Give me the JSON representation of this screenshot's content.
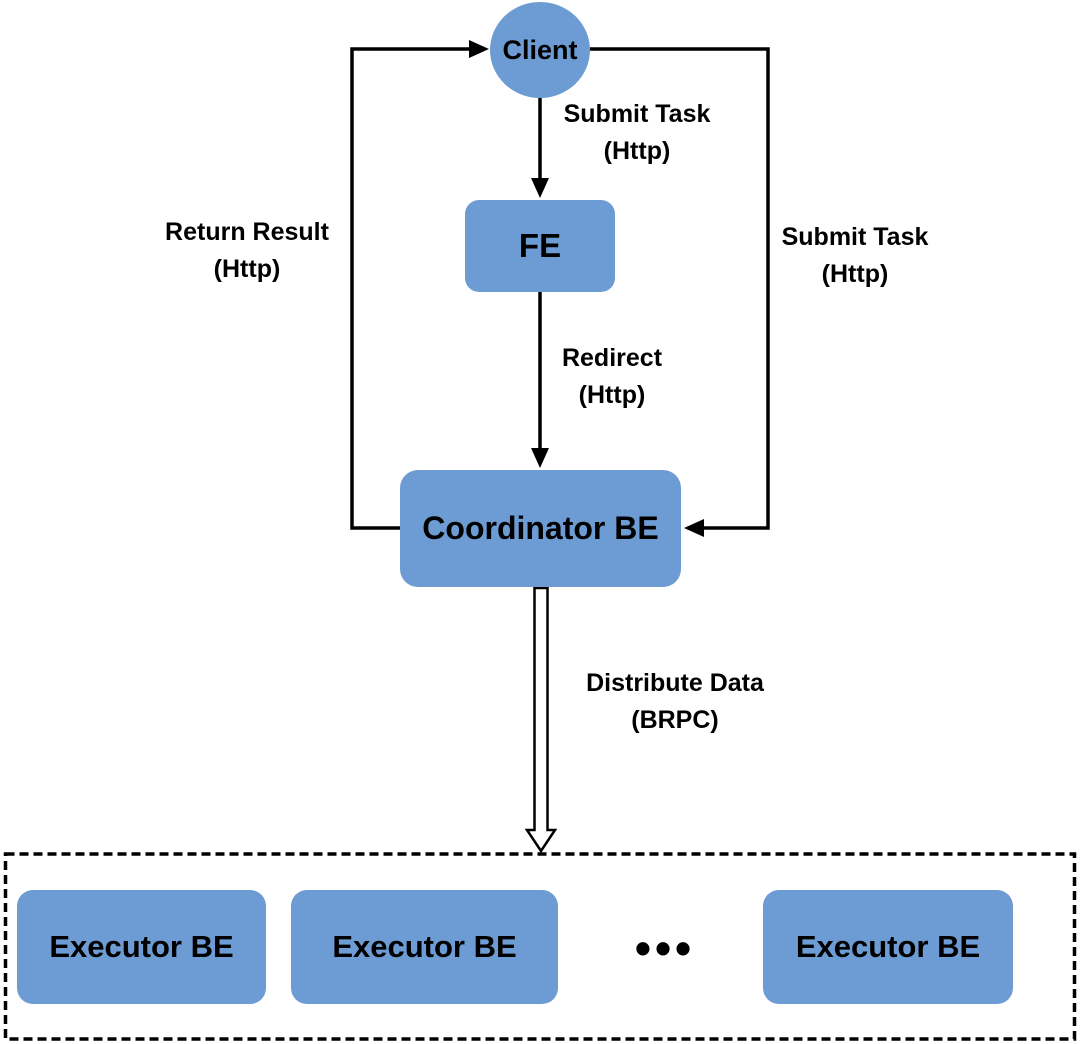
{
  "diagram": {
    "nodes": {
      "client": {
        "label": "Client"
      },
      "fe": {
        "label": "FE"
      },
      "coordinator": {
        "label": "Coordinator BE"
      },
      "executors": [
        {
          "label": "Executor BE"
        },
        {
          "label": "Executor BE"
        },
        {
          "label": "Executor BE"
        }
      ],
      "ellipsis": "•••"
    },
    "edge_labels": {
      "submit_task_top": {
        "line1": "Submit Task",
        "line2": "(Http)"
      },
      "redirect": {
        "line1": "Redirect",
        "line2": "(Http)"
      },
      "return_result": {
        "line1": "Return Result",
        "line2": "(Http)"
      },
      "submit_task_right": {
        "line1": "Submit Task",
        "line2": "(Http)"
      },
      "distribute_data": {
        "line1": "Distribute Data",
        "line2": "(BRPC)"
      }
    },
    "icons": {
      "solid_arrow": "filled-triangle-arrowhead",
      "hollow_arrow": "outlined-block-arrow",
      "executor_group_border": "dashed-rectangle"
    }
  },
  "colors": {
    "node_fill": "#6C9CD3",
    "line": "#000000",
    "text": "#000000",
    "background": "#FFFFFF"
  }
}
